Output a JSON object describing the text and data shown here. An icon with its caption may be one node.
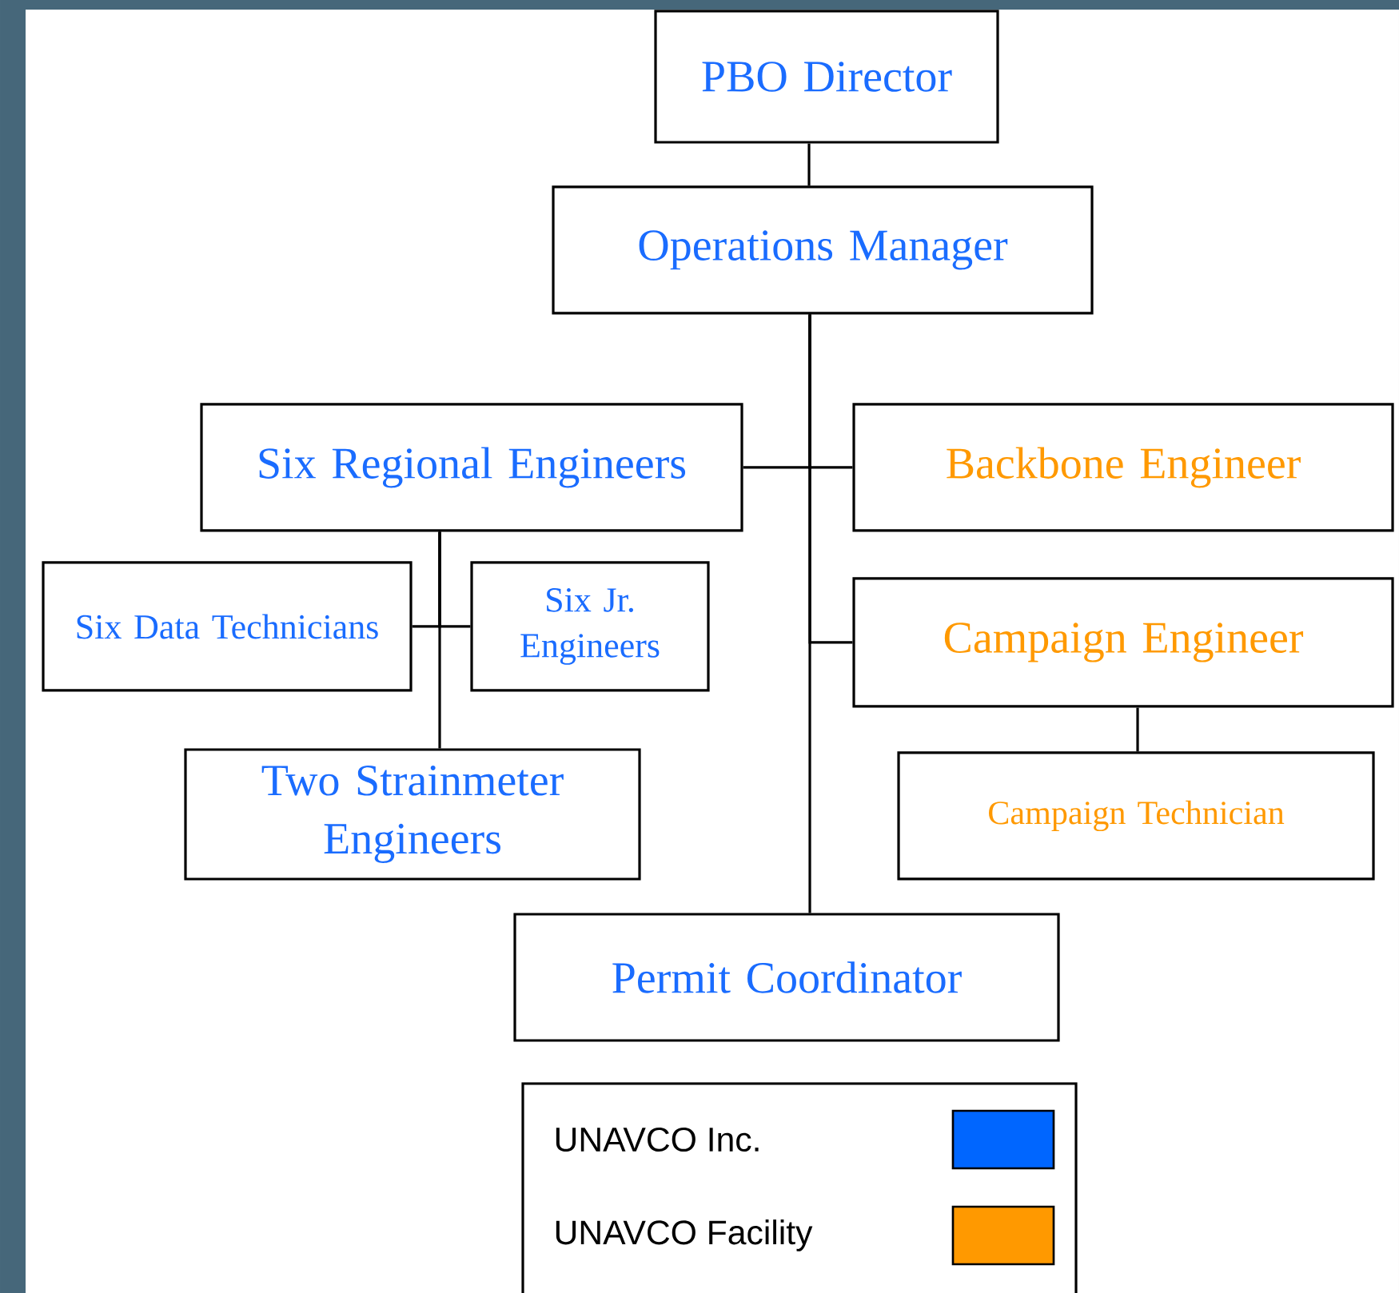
{
  "diagram": {
    "nodes": [
      {
        "text": [
          "PBO Director"
        ]
      },
      {
        "text": [
          "Operations Manager"
        ]
      },
      {
        "text": [
          "Six Regional Engineers"
        ]
      },
      {
        "text": [
          "Backbone Engineer"
        ]
      },
      {
        "text": [
          "Six Data Technicians"
        ]
      },
      {
        "text": [
          "Six Jr. Engineers"
        ]
      },
      {
        "text": [
          "Campaign Engineer"
        ]
      },
      {
        "text": [
          "Two Strainmeter Engineers"
        ]
      },
      {
        "text": [
          "Campaign Technician"
        ]
      },
      {
        "text": [
          "Permit Coordinator"
        ]
      }
    ],
    "edges": [
      {
        "from": 0,
        "to": 1,
        "arrow": "none"
      },
      {
        "from": 1,
        "to": 2,
        "arrow": "none"
      },
      {
        "from": 1,
        "to": 3,
        "arrow": "none"
      },
      {
        "from": 1,
        "to": 6,
        "arrow": "none"
      },
      {
        "from": 1,
        "to": 9,
        "arrow": "none"
      },
      {
        "from": 2,
        "to": 4,
        "arrow": "none"
      },
      {
        "from": 2,
        "to": 5,
        "arrow": "none"
      },
      {
        "from": 2,
        "to": 7,
        "arrow": "none"
      },
      {
        "from": 6,
        "to": 8,
        "arrow": "none"
      }
    ],
    "legend": [
      {
        "text": "UNAVCO Inc.",
        "color": "#0066ff"
      },
      {
        "text": "UNAVCO Facility",
        "color": "#ff9900"
      }
    ]
  }
}
